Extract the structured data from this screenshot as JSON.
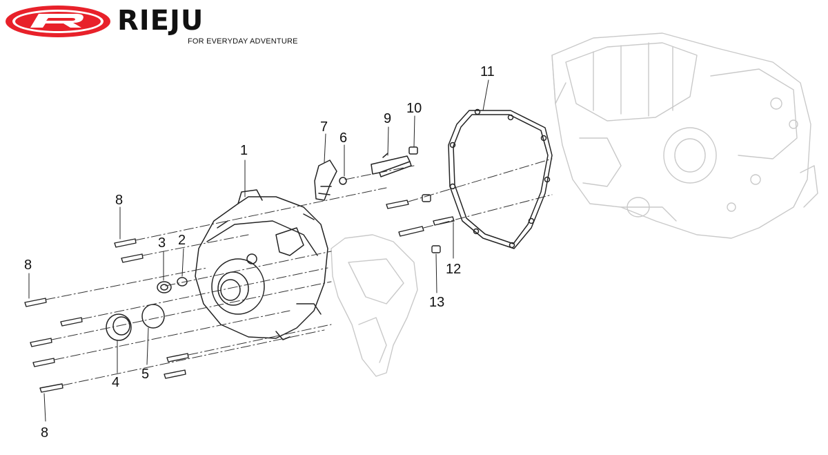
{
  "brand": {
    "logo_letter": "R",
    "name": "RIEJU",
    "tagline": "FOR EVERYDAY ADVENTURE",
    "colors": {
      "logo_red": "#e8212a",
      "text": "#111111"
    }
  },
  "callouts": [
    {
      "id": "1",
      "label": "1"
    },
    {
      "id": "2",
      "label": "2"
    },
    {
      "id": "3",
      "label": "3"
    },
    {
      "id": "4",
      "label": "4"
    },
    {
      "id": "5",
      "label": "5"
    },
    {
      "id": "6",
      "label": "6"
    },
    {
      "id": "7",
      "label": "7"
    },
    {
      "id": "8a",
      "label": "8"
    },
    {
      "id": "8b",
      "label": "8"
    },
    {
      "id": "8c",
      "label": "8"
    },
    {
      "id": "9",
      "label": "9"
    },
    {
      "id": "10",
      "label": "10"
    },
    {
      "id": "11",
      "label": "11"
    },
    {
      "id": "12",
      "label": "12"
    },
    {
      "id": "13",
      "label": "13"
    }
  ],
  "colors": {
    "line": "#222222",
    "ghost": "#c9c9c9"
  }
}
